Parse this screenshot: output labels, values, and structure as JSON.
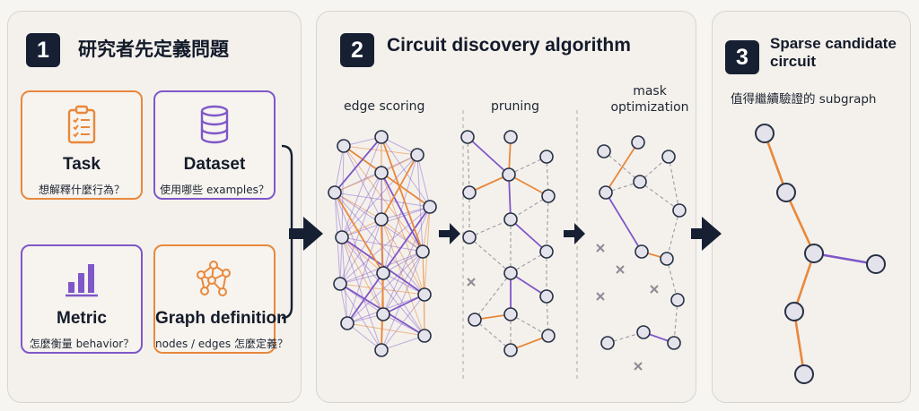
{
  "panel1": {
    "number": "1",
    "title": "研究者先定義問題",
    "cards": {
      "task": {
        "title": "Task",
        "desc": "想解釋什麼行為？"
      },
      "dataset": {
        "title": "Dataset",
        "desc": "使用哪些 examples？"
      },
      "metric": {
        "title": "Metric",
        "desc": "怎麼衡量 behavior？"
      },
      "graph": {
        "title": "Graph definition",
        "desc": "nodes / edges 怎麼定義？"
      }
    }
  },
  "panel2": {
    "number": "2",
    "title": "Circuit discovery algorithm",
    "stages": {
      "score": "edge scoring",
      "prune": "pruning",
      "mask": "mask optimization"
    }
  },
  "panel3": {
    "number": "3",
    "title": "Sparse candidate circuit",
    "subtitle": "值得繼續驗證的 subgraph"
  },
  "icons": {
    "task": "clipboard-checklist-icon",
    "dataset": "database-icon",
    "metric": "bar-chart-icon",
    "graph": "graph-network-icon",
    "arrow": "right-arrow-icon",
    "removed": "x-mark-icon"
  },
  "colors": {
    "orange": "#e8883c",
    "purple": "#7f57c9",
    "navy": "#172033",
    "node_fill": "#e4e3ec",
    "node_stroke": "#263043"
  }
}
